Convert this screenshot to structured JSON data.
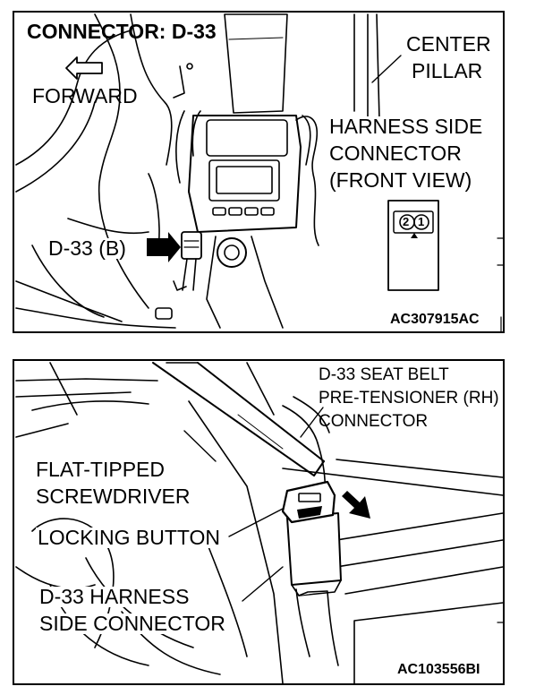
{
  "top_panel": {
    "title": "CONNECTOR: D-33",
    "forward_label": "FORWARD",
    "center_pillar": [
      "CENTER",
      "PILLAR"
    ],
    "harness_side": [
      "HARNESS SIDE",
      "CONNECTOR",
      "(FRONT VIEW)"
    ],
    "connector_ref": "D-33 (B)",
    "pin_2": "2",
    "pin_1": "1",
    "figure_code": "AC307915AC"
  },
  "bottom_panel": {
    "pretensioner": [
      "D-33 SEAT BELT",
      "PRE-TENSIONER (RH)",
      "CONNECTOR"
    ],
    "screwdriver": [
      "FLAT-TIPPED",
      "SCREWDRIVER"
    ],
    "locking_button": "LOCKING BUTTON",
    "harness_connector": [
      "D-33 HARNESS",
      "SIDE CONNECTOR"
    ],
    "figure_code": "AC103556BI"
  }
}
